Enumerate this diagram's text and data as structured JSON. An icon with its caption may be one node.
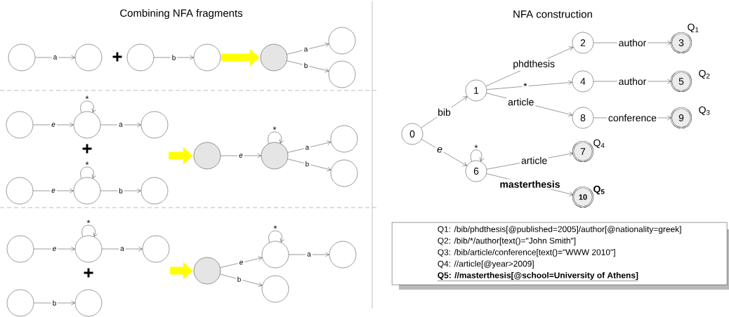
{
  "diagram": {
    "nodes": [
      {
        "text": [],
        "shape": "circle"
      },
      {
        "text": [],
        "shape": "circle"
      },
      {
        "text": [],
        "shape": "circle"
      },
      {
        "text": [],
        "shape": "circle"
      },
      {
        "text": [],
        "shape": "circle"
      },
      {
        "text": [],
        "shape": "circle"
      },
      {
        "text": [],
        "shape": "circle"
      },
      {
        "text": [],
        "shape": "circle"
      },
      {
        "text": [],
        "shape": "circle"
      },
      {
        "text": [],
        "shape": "circle"
      },
      {
        "text": [],
        "shape": "circle"
      },
      {
        "text": [],
        "shape": "circle"
      },
      {
        "text": [],
        "shape": "circle"
      },
      {
        "text": [],
        "shape": "circle"
      },
      {
        "text": [],
        "shape": "circle"
      },
      {
        "text": [],
        "shape": "circle"
      },
      {
        "text": [],
        "shape": "circle"
      },
      {
        "text": [],
        "shape": "circle"
      },
      {
        "text": [],
        "shape": "circle"
      },
      {
        "text": [],
        "shape": "circle"
      },
      {
        "text": [],
        "shape": "circle"
      },
      {
        "text": [],
        "shape": "circle"
      },
      {
        "text": [],
        "shape": "circle"
      },
      {
        "text": [],
        "shape": "circle"
      },
      {
        "text": [],
        "shape": "circle"
      },
      {
        "text": [],
        "shape": "circle"
      },
      {
        "text": [
          "0"
        ]
      },
      {
        "text": [
          "1"
        ]
      },
      {
        "text": [
          "2"
        ]
      },
      {
        "text": [
          "3"
        ],
        "beside": [
          "Q$_{1}$"
        ]
      },
      {
        "text": [
          "4"
        ]
      },
      {
        "text": [
          "5"
        ],
        "beside": [
          "Q$_{2}$"
        ]
      },
      {
        "text": [
          "6"
        ]
      },
      {
        "text": [
          "7"
        ],
        "beside": [
          "Q$_{4}$"
        ]
      },
      {
        "text": [
          "8"
        ]
      },
      {
        "text": [
          "9"
        ],
        "beside": [
          "Q$_{3}$"
        ]
      },
      {
        "text": [
          "10"
        ],
        "beside": [
          "Q$_{5}$"
        ]
      },
      {
        "text": [
          "Q1: /bib/phdthesis[@published=2005]/author[@nationality=greek]",
          "Q2: /bib/*/author[text()=\"John Smith\"]",
          "Q3: /bib/article/conference[text()=\"WWW 2010\"]",
          "Q4: //article[@year>2009]",
          "Q5: //masterthesis[@school=University of Athens]"
        ]
      }
    ],
    "edges": [
      {
        "from": 0,
        "to": 1,
        "arrow": "to",
        "label": "a"
      },
      {
        "from": 2,
        "to": 3,
        "arrow": "to",
        "label": "b"
      },
      {
        "from": 4,
        "to": 5,
        "arrow": "to",
        "label": "a"
      },
      {
        "from": 4,
        "to": 6,
        "arrow": "to",
        "label": "b"
      },
      {
        "from": 7,
        "to": 8,
        "arrow": "to",
        "label": "e"
      },
      {
        "from": 8,
        "to": 8,
        "arrow": "to",
        "label": "*"
      },
      {
        "from": 8,
        "to": 9,
        "arrow": "to",
        "label": "a"
      },
      {
        "from": 10,
        "to": 11,
        "arrow": "to",
        "label": "e"
      },
      {
        "from": 11,
        "to": 11,
        "arrow": "to",
        "label": "*"
      },
      {
        "from": 11,
        "to": 12,
        "arrow": "to",
        "label": "b"
      },
      {
        "from": 13,
        "to": 14,
        "arrow": "to",
        "label": "e"
      },
      {
        "from": 14,
        "to": 14,
        "arrow": "to",
        "label": "*"
      },
      {
        "from": 14,
        "to": 15,
        "arrow": "to",
        "label": "a"
      },
      {
        "from": 14,
        "to": 16,
        "arrow": "to",
        "label": "b"
      },
      {
        "from": 17,
        "to": 18,
        "arrow": "to",
        "label": "e"
      },
      {
        "from": 18,
        "to": 18,
        "arrow": "to",
        "label": "*"
      },
      {
        "from": 18,
        "to": 19,
        "arrow": "to",
        "label": "a"
      },
      {
        "from": 20,
        "to": 21,
        "arrow": "to",
        "label": "b"
      },
      {
        "from": 22,
        "to": 23,
        "arrow": "to",
        "label": "e"
      },
      {
        "from": 23,
        "to": 23,
        "arrow": "to",
        "label": "*"
      },
      {
        "from": 23,
        "to": 24,
        "arrow": "to",
        "label": "a"
      },
      {
        "from": 22,
        "to": 25,
        "arrow": "to",
        "label": "b"
      },
      {
        "from": 3,
        "to": 4,
        "arrow": "to",
        "style": "thick",
        "color": "#ffff00"
      },
      {
        "from": 9,
        "to": 13,
        "arrow": "to",
        "style": "thick",
        "color": "#ffff00"
      },
      {
        "from": 19,
        "to": 22,
        "arrow": "to",
        "style": "thick",
        "color": "#ffff00"
      },
      {
        "from": 26,
        "to": 27,
        "arrow": "to",
        "label": "bib"
      },
      {
        "from": 27,
        "to": 28,
        "arrow": "to",
        "label": "phdthesis"
      },
      {
        "from": 27,
        "to": 30,
        "arrow": "to",
        "label": "*"
      },
      {
        "from": 27,
        "to": 34,
        "arrow": "to",
        "label": "article"
      },
      {
        "from": 28,
        "to": 29,
        "arrow": "to",
        "label": "author"
      },
      {
        "from": 30,
        "to": 31,
        "arrow": "to",
        "label": "author"
      },
      {
        "from": 34,
        "to": 35,
        "arrow": "to",
        "label": "conference"
      },
      {
        "from": 26,
        "to": 32,
        "arrow": "to",
        "label": "e"
      },
      {
        "from": 32,
        "to": 32,
        "arrow": "to",
        "label": "*"
      },
      {
        "from": 32,
        "to": 33,
        "arrow": "to",
        "label": "article"
      },
      {
        "from": 32,
        "to": 36,
        "arrow": "to",
        "label": "masterthesis"
      }
    ],
    "labels": [
      "Combining NFA fragments",
      "NFA construction",
      "+",
      "+",
      "+"
    ]
  }
}
